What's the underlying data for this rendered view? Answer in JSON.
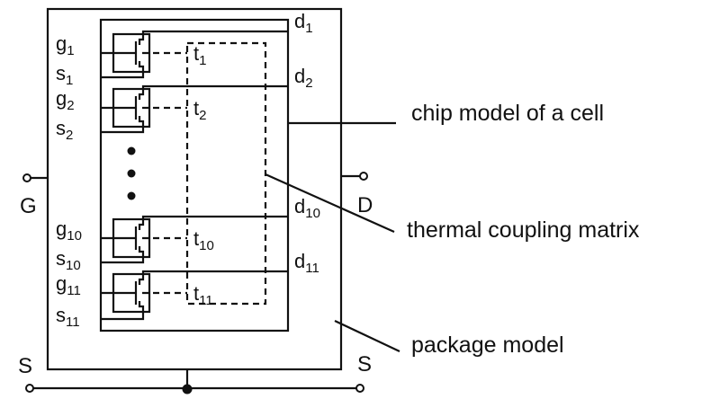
{
  "diagram": {
    "title": "",
    "colors": {
      "line": "#111111",
      "background": "#ffffff"
    },
    "terminals": {
      "gate": "G",
      "drain": "D",
      "source_left": "S",
      "source_right": "S"
    },
    "cells": [
      {
        "index": "1",
        "gate": "g",
        "source": "s",
        "drain": "d",
        "thermal": "t"
      },
      {
        "index": "2",
        "gate": "g",
        "source": "s",
        "drain": "d",
        "thermal": "t"
      },
      {
        "index": "10",
        "gate": "g",
        "source": "s",
        "drain": "d",
        "thermal": "t"
      },
      {
        "index": "11",
        "gate": "g",
        "source": "s",
        "drain": "d",
        "thermal": "t"
      }
    ],
    "ellipsis": "vertical-dots",
    "annotations": {
      "chip_model": "chip model of a cell",
      "thermal_matrix": "thermal coupling matrix",
      "package_model": "package model"
    }
  }
}
